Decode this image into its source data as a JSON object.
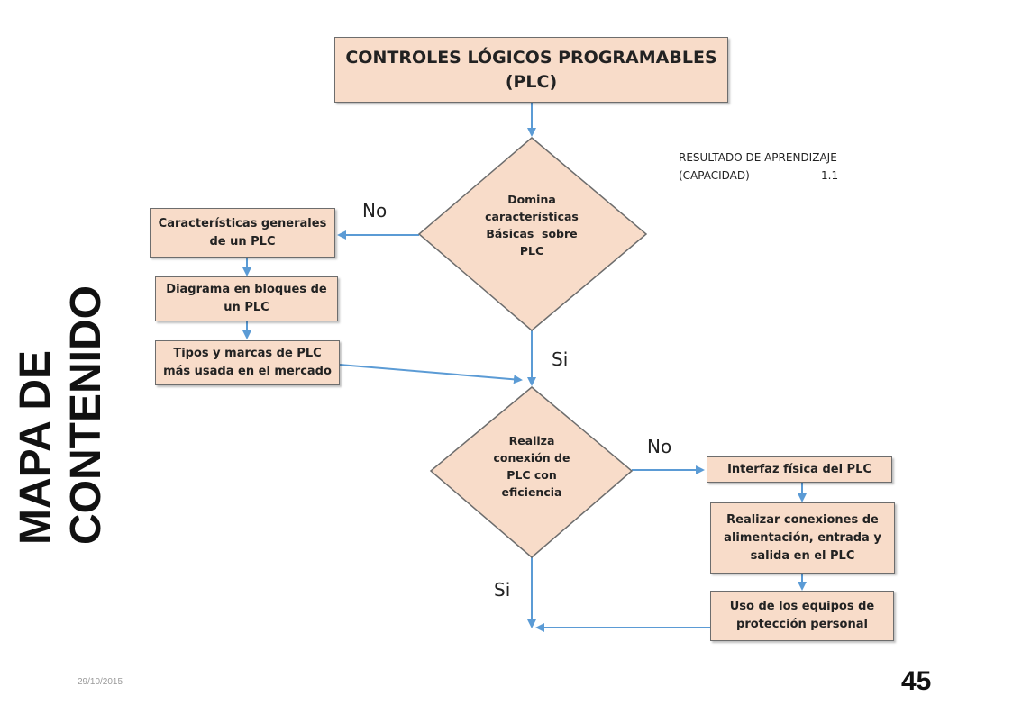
{
  "slide": {
    "title_line1": "MAPA DE",
    "title_line2": "CONTENIDO",
    "date": "29/10/2015",
    "page_number": "45"
  },
  "diagram": {
    "main_title_line1": "CONTROLES LÓGICOS PROGRAMABLES",
    "main_title_line2": "(PLC)",
    "learning_result_line1": "RESULTADO DE APRENDIZAJE",
    "learning_result_label": "(CAPACIDAD)",
    "learning_result_value": "1.1",
    "decision1": {
      "line1": "Domina",
      "line2": "características",
      "line3": "Básicas  sobre",
      "line4": "PLC"
    },
    "decision2": {
      "line1": "Realiza",
      "line2": "conexión de",
      "line3": "PLC con",
      "line4": "eficiencia"
    },
    "left_boxes": [
      {
        "line1": "Características generales",
        "line2": "de un PLC"
      },
      {
        "line1": "Diagrama en bloques de",
        "line2": "un PLC"
      },
      {
        "line1": "Tipos y marcas de PLC",
        "line2": "más usada en el mercado"
      }
    ],
    "right_boxes": [
      {
        "line1": "Interfaz física del PLC"
      },
      {
        "line1": "Realizar conexiones de",
        "line2": "alimentación, entrada y",
        "line3": "salida en el PLC"
      },
      {
        "line1": "Uso de los equipos de",
        "line2": "protección personal"
      }
    ],
    "labels": {
      "no1": "No",
      "si1": "Si",
      "no2": "No",
      "si2": "Si"
    },
    "colors": {
      "box_fill": "#f8dcc9",
      "arrow": "#5b9bd5",
      "border": "#6d6d6d"
    }
  }
}
